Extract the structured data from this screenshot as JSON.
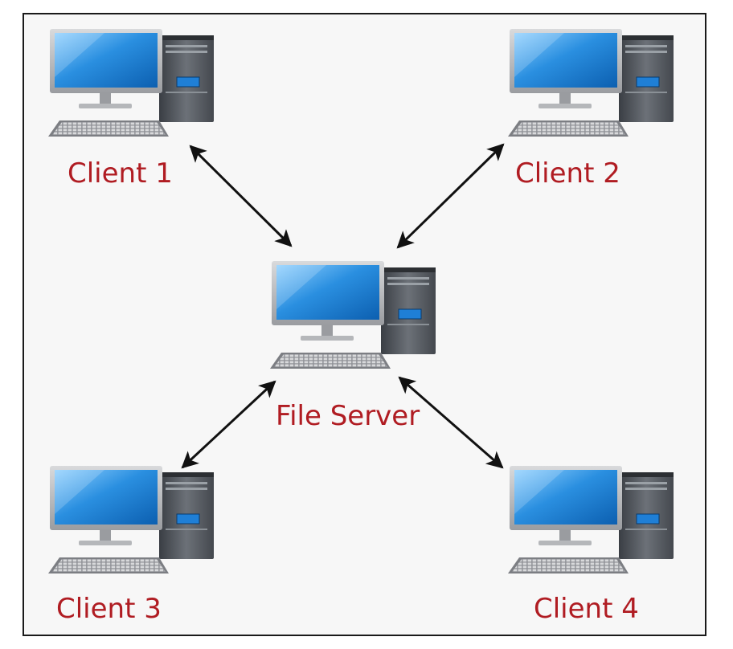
{
  "nodes": {
    "client1": {
      "label": "Client 1"
    },
    "client2": {
      "label": "Client 2"
    },
    "client3": {
      "label": "Client 3"
    },
    "client4": {
      "label": "Client 4"
    },
    "server": {
      "label": "File Server"
    }
  },
  "colors": {
    "label": "#b01c22",
    "arrow": "#111111",
    "screen": "#2a8fe0",
    "tower": "#5a5f66",
    "frame": "#1a1a1a"
  },
  "icons": {
    "computer": "desktop-computer-icon",
    "arrow": "double-headed-arrow"
  }
}
